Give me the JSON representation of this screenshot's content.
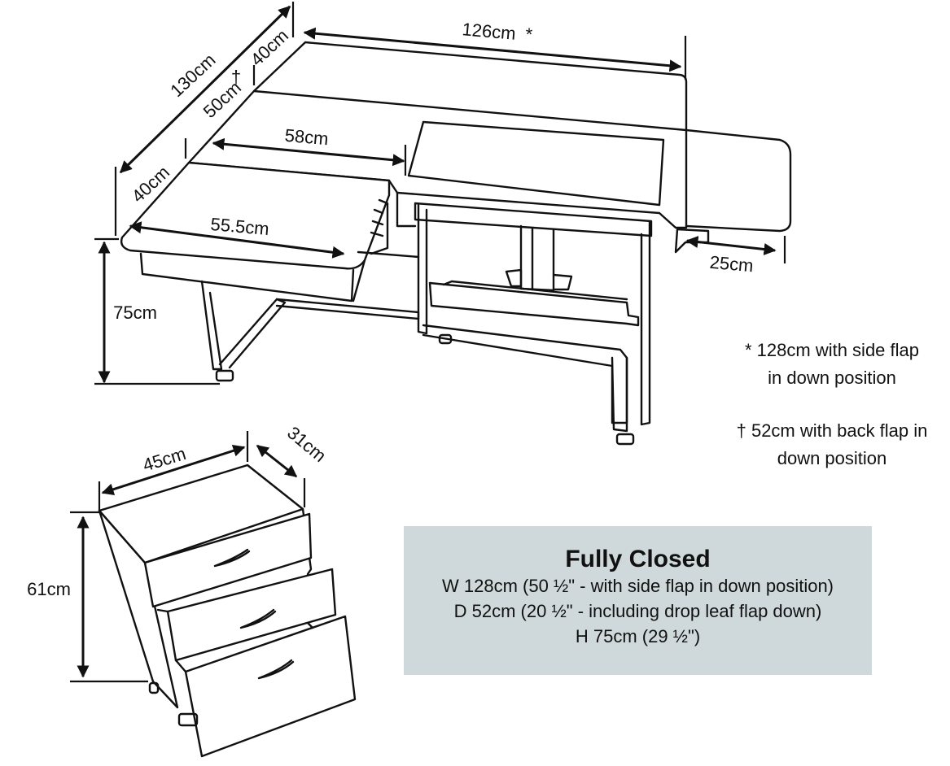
{
  "dimensions": {
    "total_depth": "130cm",
    "back_flap": "40cm",
    "middle_depth": "50cm",
    "front_flap": "40cm",
    "top_width": "126cm",
    "insert_width": "58cm",
    "front_table_width": "55.5cm",
    "side_flap": "25cm",
    "height": "75cm",
    "cabinet_width": "45cm",
    "cabinet_depth": "31cm",
    "cabinet_height": "61cm"
  },
  "markers": {
    "asterisk": "*",
    "dagger": "†"
  },
  "notes": {
    "width_note": [
      "* 128cm with side flap",
      "in down position"
    ],
    "depth_note": [
      "† 52cm with back flap in",
      "down position"
    ]
  },
  "closed_box": {
    "title": "Fully Closed",
    "lines": [
      "W 128cm (50 ½\" - with side flap in down position)",
      "D 52cm (20 ½\" - including drop leaf flap down)",
      "H 75cm (29 ½\")"
    ],
    "background": "#cfd9dc"
  }
}
